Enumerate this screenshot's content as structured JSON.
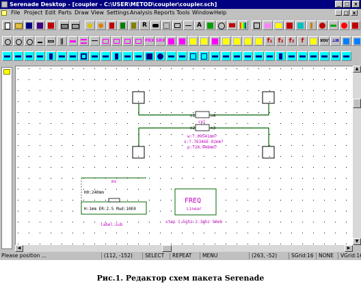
{
  "window": {
    "title": "Serenade Desktop - [coupler - C:\\USER\\METOD\\coupler\\coupler.sch]",
    "min_glyph": "_",
    "max_glyph": "□",
    "close_glyph": "x"
  },
  "menu": [
    {
      "key": "file",
      "label": "File"
    },
    {
      "key": "project",
      "label": "Project"
    },
    {
      "key": "edit",
      "label": "Edit"
    },
    {
      "key": "parts",
      "label": "Parts"
    },
    {
      "key": "draw",
      "label": "Draw"
    },
    {
      "key": "view",
      "label": "View"
    },
    {
      "key": "settings",
      "label": "Settings"
    },
    {
      "key": "analysis",
      "label": "Analysis"
    },
    {
      "key": "reports",
      "label": "Reports"
    },
    {
      "key": "tools",
      "label": "Tools"
    },
    {
      "key": "window",
      "label": "Window"
    },
    {
      "key": "help",
      "label": "Help"
    }
  ],
  "toolbar_labels": {
    "r": "R",
    "a": "A",
    "prx": "PRX",
    "srx": "SRX",
    "f1": "f₁",
    "f2": "f₂",
    "f3": "f₃",
    "f4": "f",
    "xout": "XOUT",
    "lib": ".LIB"
  },
  "schematic": {
    "coupler_label": "cpl",
    "port_n1": "n1",
    "port_n2": "n2",
    "port_n3": "n3",
    "port_n4": "n4",
    "param_w": "w:?.09541mm?",
    "param_s": "s:?.76346E-02mm?",
    "param_p": "p:?28.948mm?",
    "substrate_top_label": "ms",
    "substrate_h0": "H0:240mm",
    "substrate_params": "H:1mm  ER:2.5 Mud:10E0",
    "substrate_label": "label:sub",
    "freq_title": "FREQ",
    "freq_mode": "Linear",
    "freq_step": "step 1.5ghz 2.3ghz 50e6"
  },
  "status": {
    "message": "Please position ...",
    "coords1": "(112, -152)",
    "select": "SELECT",
    "repeat": "REPEAT",
    "menu": "MENU",
    "coords2": "(263, -52)",
    "sgrid": "SGrid:16",
    "none": "NONE",
    "vgrid": "VGrid:16"
  },
  "caption": "Рис.1. Редактор схем пакета Serenade",
  "colors": {
    "title_bg": "#000080",
    "wire": "#006400",
    "label_purple": "#c000c0",
    "canvas": "#ffffff",
    "chrome": "#c0c0c0"
  }
}
